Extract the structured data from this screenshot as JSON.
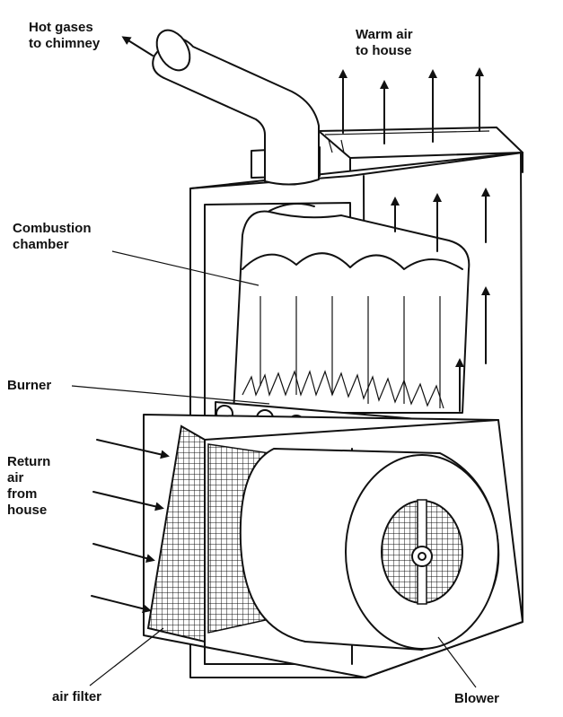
{
  "labels": {
    "hot_gases": "Hot gases\nto chimney",
    "warm_air": "Warm air\nto house",
    "combustion_chamber": "Combustion\nchamber",
    "burner": "Burner",
    "return_air": "Return\nair\nfrom\nhouse",
    "air_filter": "air filter",
    "blower": "Blower"
  },
  "colors": {
    "ink": "#111111",
    "paper": "#ffffff"
  }
}
